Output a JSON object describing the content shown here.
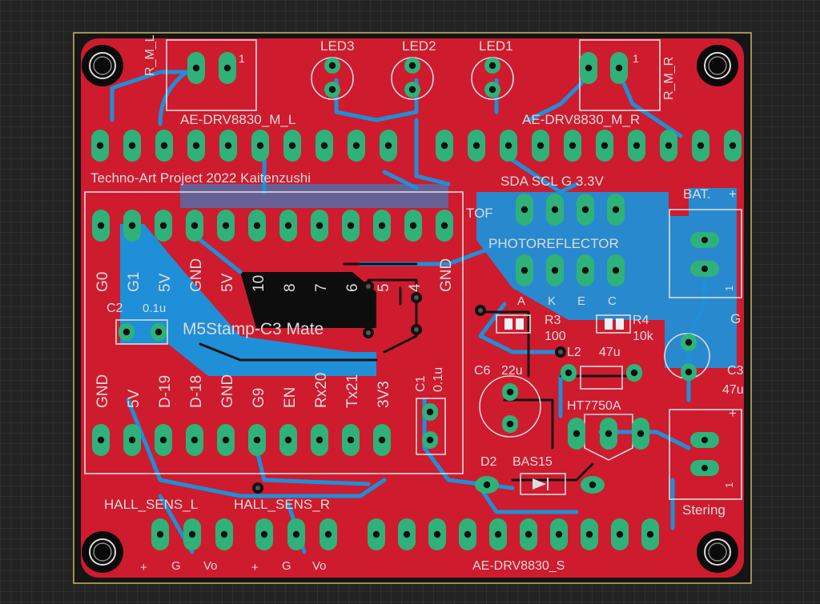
{
  "board": {
    "colors": {
      "background": "#232323",
      "grid": "#3a3a3a",
      "top_copper": "#cf1b2e",
      "bottom_copper": "#1f8fd8",
      "pad": "#2fb27a",
      "silkscreen": "#dcdcdc",
      "outline": "#c8b560"
    },
    "labels": {
      "motor_l_conn": "R_M_L",
      "motor_r_conn": "R_M_R",
      "pin1": "1",
      "led3": "LED3",
      "led2": "LED2",
      "led1": "LED1",
      "drv_m_l": "AE-DRV8830_M_L",
      "drv_m_r": "AE-DRV8830_M_R",
      "drv_s": "AE-DRV8830_S",
      "project": "Techno-Art Project 2022  Kaitenzushi",
      "i2c_header": "SDA SCL  G 3.3V",
      "tof": "TOF",
      "photoreflector": "PHOTOREFLECTOR",
      "bat": "BAT.",
      "plus": "+",
      "g": "G",
      "c2": "C2",
      "c2_val": "0.1u",
      "m5stamp": "M5Stamp-C3 Mate",
      "a": "A",
      "k": "K",
      "e": "E",
      "c": "C",
      "r3": "R3",
      "r3_val": "100",
      "r4": "R4",
      "r4_val": "10k",
      "l2": "L2",
      "l2_val": "47u",
      "c6": "C6",
      "c6_val": "22u",
      "c3": "C3",
      "c3_val": "47u",
      "c1": "C1",
      "c1_val": "0.1u",
      "ht7750a": "HT7750A",
      "d2": "D2",
      "bas15": "BAS15",
      "stering": "Stering",
      "hall_l": "HALL_SENS_L",
      "hall_r": "HALL_SENS_R",
      "vo": "Vo"
    },
    "m5_top_pins": [
      "G0",
      "G1",
      "5V",
      "GND",
      "5V",
      "10",
      "8",
      "7",
      "6",
      "5",
      "4",
      "GND"
    ],
    "m5_bottom_pins": [
      "GND",
      "5V",
      "D-19",
      "D-18",
      "GND",
      "G9",
      "EN",
      "Rx20",
      "Tx21",
      "3V3"
    ]
  }
}
